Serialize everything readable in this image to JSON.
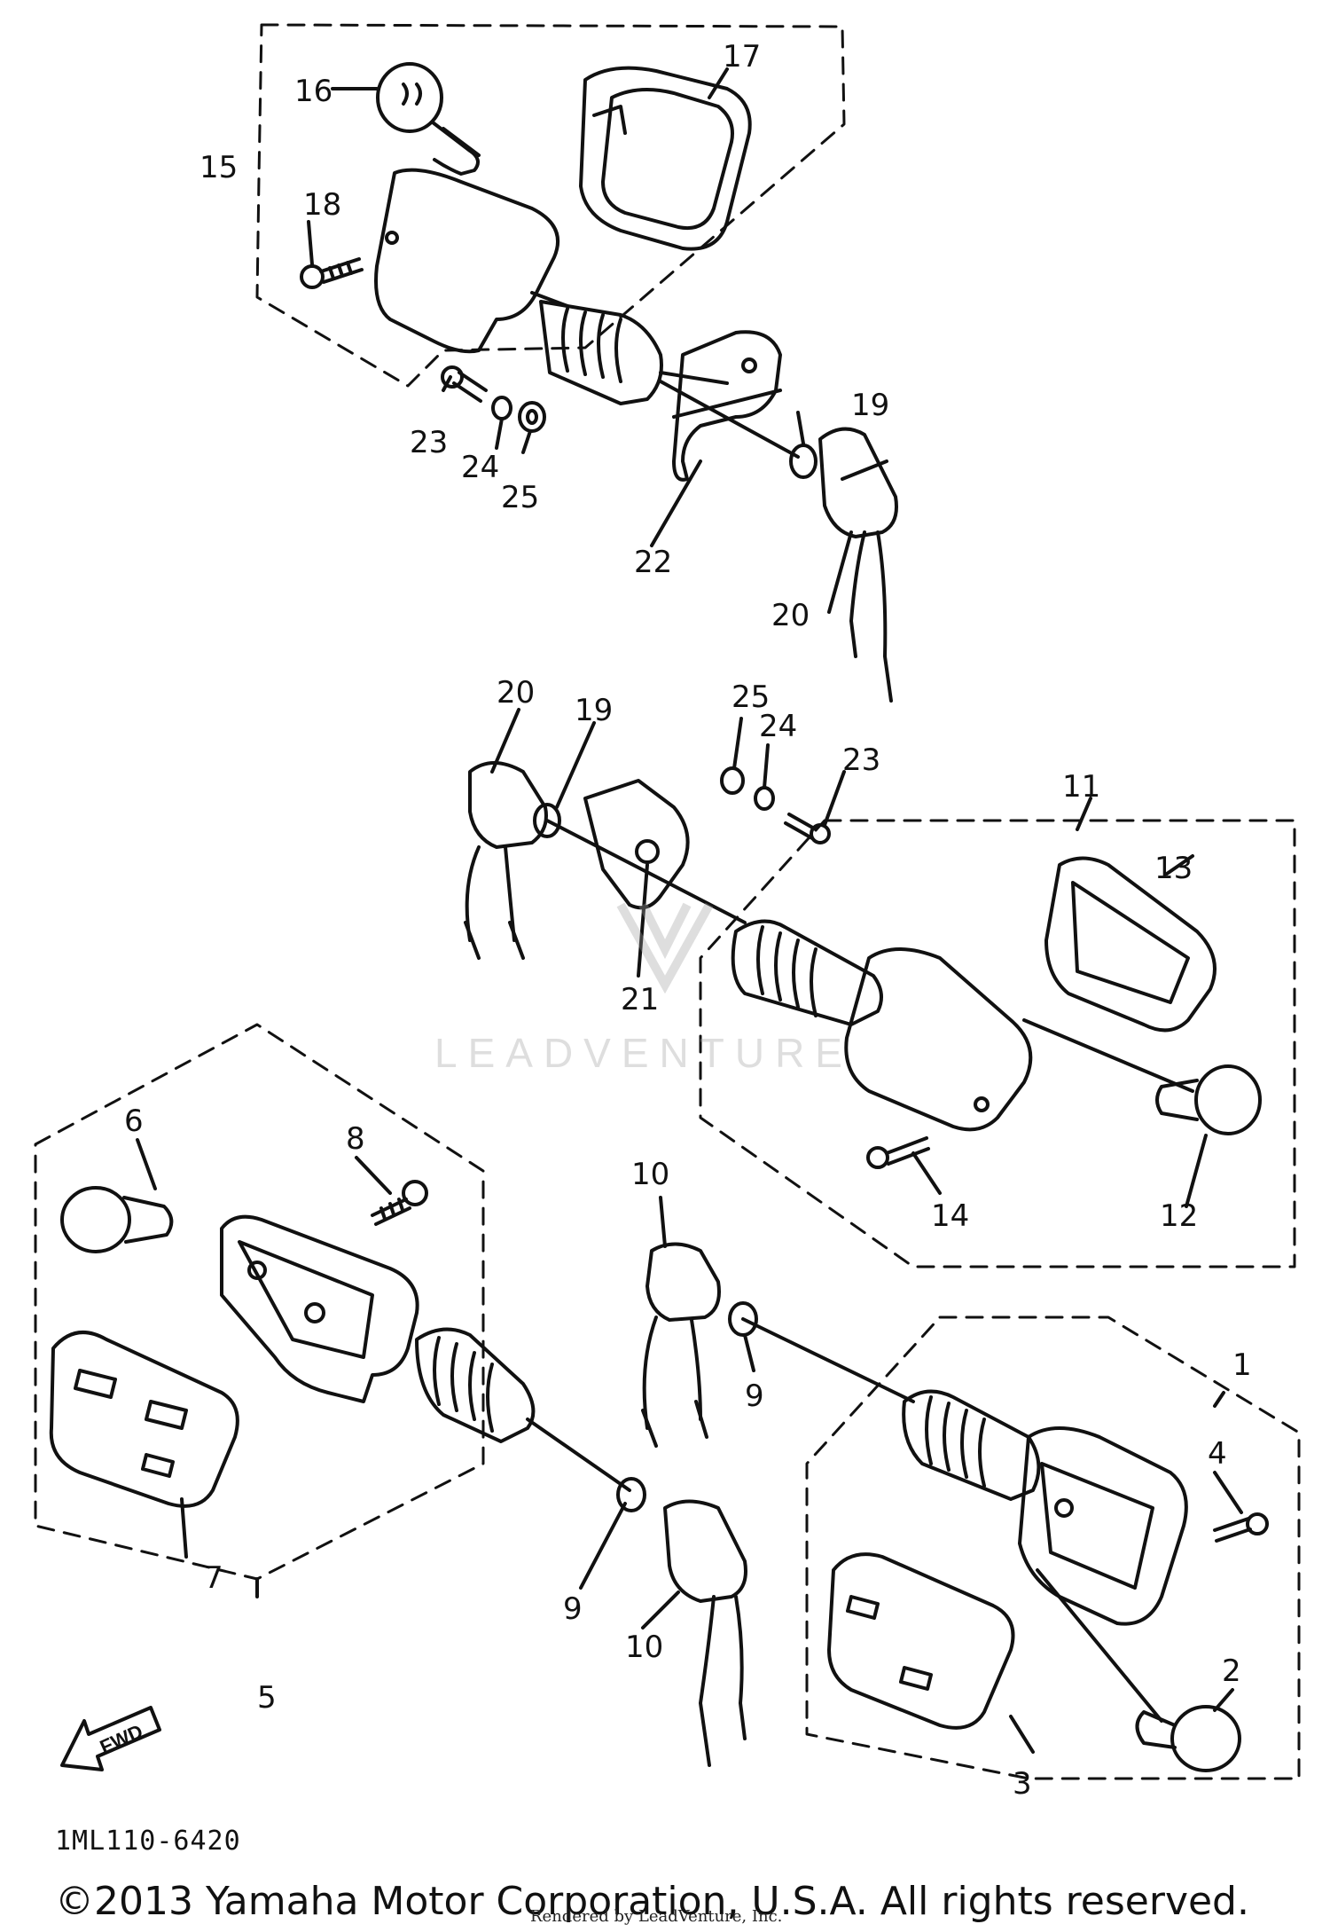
{
  "diagram": {
    "part_code": "1ML110-6420",
    "copyright": "©2013 Yamaha Motor Corporation, U.S.A. All rights reserved.",
    "rendered_by": "Rendered by LeadVenture, Inc.",
    "watermark": "LEADVENTURE",
    "direction_arrow": "FWD",
    "callouts": {
      "c1": "1",
      "c2": "2",
      "c3": "3",
      "c4": "4",
      "c5": "5",
      "c6": "6",
      "c7": "7",
      "c8": "8",
      "c9a": "9",
      "c9b": "9",
      "c10a": "10",
      "c10b": "10",
      "c11": "11",
      "c12": "12",
      "c13": "13",
      "c14": "14",
      "c15": "15",
      "c16": "16",
      "c17": "17",
      "c18": "18",
      "c19a": "19",
      "c19b": "19",
      "c20a": "20",
      "c20b": "20",
      "c21": "21",
      "c22": "22",
      "c23a": "23",
      "c23b": "23",
      "c24a": "24",
      "c24b": "24",
      "c25a": "25",
      "c25b": "25"
    }
  }
}
